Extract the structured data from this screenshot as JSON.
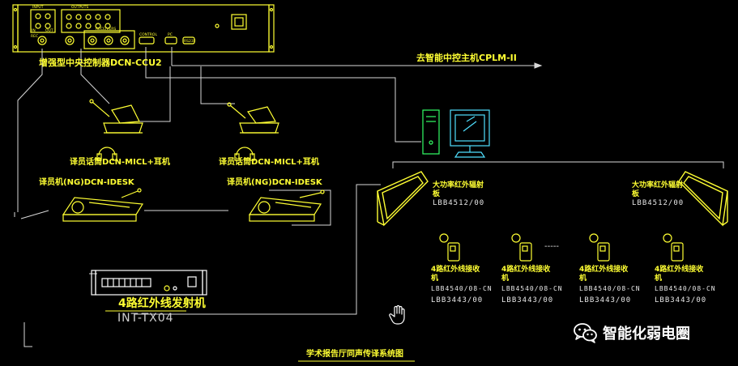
{
  "controller": {
    "label": "增强型中央控制器DCN-CCU2",
    "port_labels": [
      "INPUT",
      "OUTPUTS",
      "REC",
      "IN",
      "OUT",
      "RECEIVERS",
      "PC",
      "CONTROL",
      "RS232"
    ]
  },
  "link_label": "去智能中控主机CPLM-II",
  "translator_mic": {
    "left_label": "译员话筒DCN-MICL+耳机",
    "right_label": "译员话筒DCN-MICL+耳机"
  },
  "interpreter_desk": {
    "left_label": "译员机(NG)DCN-IDESK",
    "right_label": "译员机(NG)DCN-IDESK"
  },
  "radiators": [
    {
      "title": "大功率红外辐射板",
      "model": "LBB4512/00"
    },
    {
      "title": "大功率红外辐射板",
      "model": "LBB4512/00"
    }
  ],
  "receivers": [
    {
      "title": "4路红外线接收机",
      "sub": "LBB4540/08-CN",
      "model": "LBB3443/00"
    },
    {
      "title": "4路红外线接收机",
      "sub": "LBB4540/08-CN",
      "model": "LBB3443/00"
    },
    {
      "title": "4路红外线接收机",
      "sub": "LBB4540/08-CN",
      "model": "LBB3443/00"
    },
    {
      "title": "4路红外线接收机",
      "sub": "LBB4540/08-CN",
      "model": "LBB3443/00"
    }
  ],
  "receiver_ellipsis": "-----",
  "transmitter": {
    "title": "4路红外线发射机",
    "model": "INT-TX04"
  },
  "diagram_title": "学术报告厅同声传译系统图",
  "watermark": {
    "icon": "wechat-icon",
    "text": "智能化弱电圈"
  },
  "colors": {
    "background": "#000000",
    "device_yellow": "#ffff33",
    "line_white": "#ffffff",
    "line_dim": "#cfcfcf",
    "title_text": "#ffff33",
    "pc_green": "#33ff66",
    "pc_cyan": "#4fe0ff"
  }
}
